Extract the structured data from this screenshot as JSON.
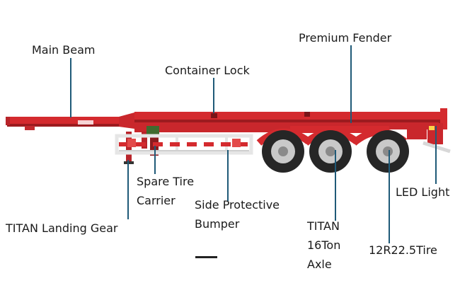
{
  "labels": {
    "main_beam": "Main Beam",
    "premium_fender": "Premium Fender",
    "container_lock": "Container Lock",
    "spare_tire_carrier_line1": "Spare Tire",
    "spare_tire_carrier_line2": "Carrier",
    "led_light": "LED Light",
    "side_bumper_line1": "Side Protective",
    "side_bumper_line2": "Bumper",
    "landing_gear": "TITAN Landing Gear",
    "axle_line1": "TITAN",
    "axle_line2": "16Ton",
    "axle_line3": "Axle",
    "tire": "12R22.5Tire"
  },
  "colors": {
    "frame_red": "#d42a2e",
    "frame_dark_red": "#9c1b1f",
    "leader_line": "#1f5a78",
    "tire_black": "#262626",
    "rim_silver": "#c9c9c9",
    "text": "#1a1a1a"
  }
}
